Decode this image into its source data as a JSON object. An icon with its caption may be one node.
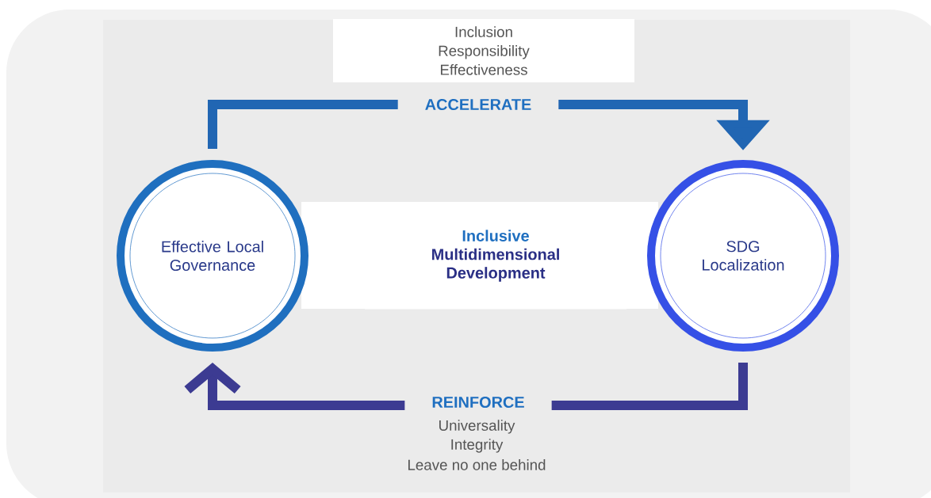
{
  "diagram": {
    "nodes": [
      {
        "text": [
          "Effective Local Governance"
        ]
      },
      {
        "text": [
          "SDG Localization"
        ]
      },
      {
        "text": [
          "Inclusive",
          "Multidimensional Development"
        ]
      },
      {
        "text": [
          "Inclusion Responsibility Effectiveness"
        ]
      }
    ],
    "edges": [
      {
        "from": 0,
        "to": 1,
        "arrow": "to",
        "label": "ACCELERATE",
        "color": "#2166b3"
      },
      {
        "from": 1,
        "to": 0,
        "arrow": "to",
        "label": "REINFORCE",
        "color": "#3c3b92"
      }
    ],
    "labels": [
      "Universality",
      "Integrity",
      "Leave no one behind"
    ]
  }
}
